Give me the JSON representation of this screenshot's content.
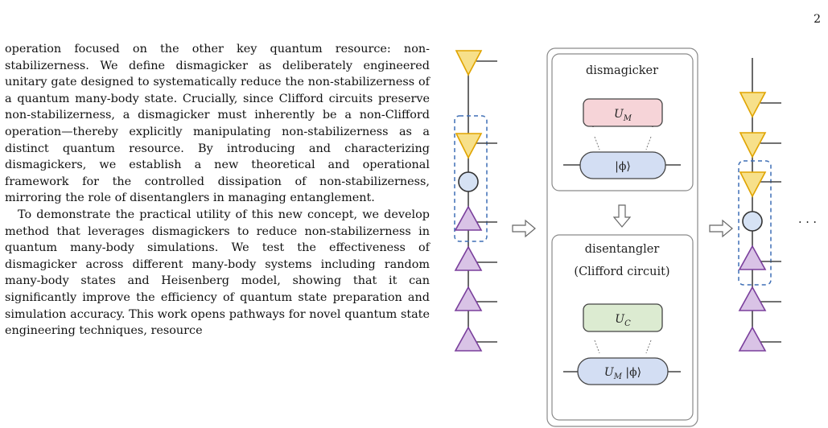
{
  "page_number": "2",
  "body_paragraphs": [
    "operation focused on the other key quantum resource: non-stabilizerness. We define dismagicker as deliberately engineered unitary gate designed to systematically reduce the non-stabilizerness of a quantum many-body state. Crucially, since Clifford circuits preserve non-stabilizerness, a dismagicker must inherently be a non-Clifford operation—thereby explicitly manipulating non-stabilizerness as a distinct quantum resource. By introducing and characterizing dismagickers, we establish a new theoretical and operational framework for the controlled dissipation of non-stabilizerness, mirroring the role of disentanglers in managing entanglement.",
    "To demonstrate the practical utility of this new concept, we develop method that leverages dismagickers to reduce non-stabilizerness in quantum many-body simulations. We test the effectiveness of dismagicker across different many-body systems including random many-body states and Heisenberg model, showing that it can significantly improve the efficiency of quantum state preparation and simulation accuracy. This work opens pathways for novel quantum state engineering techniques, resource"
  ],
  "figure": {
    "top_panel_title": "dismagicker",
    "top_gate_symbol": "U",
    "top_gate_subscript": "M",
    "top_state_label": "|ϕ⟩",
    "bottom_panel_title": "disentangler",
    "bottom_panel_subtitle": "(Clifford circuit)",
    "bottom_gate_symbol": "U",
    "bottom_gate_subscript": "C",
    "bottom_state_symbol": "U",
    "bottom_state_subscript": "M",
    "bottom_state_ket": " |ϕ⟩",
    "ellipsis": "· · ·",
    "colors": {
      "yellow_fill": "#f7e08a",
      "yellow_stroke": "#e0a400",
      "purple_fill": "#d9c3e6",
      "purple_stroke": "#7a3f9c",
      "circle_fill": "#d6e2f4",
      "dashed_box": "#3f6fb5",
      "pink_gate": "#f6d4d8",
      "green_gate": "#dcebd1",
      "blue_state": "#d3def3",
      "panel_border": "#8a8a8a"
    }
  }
}
